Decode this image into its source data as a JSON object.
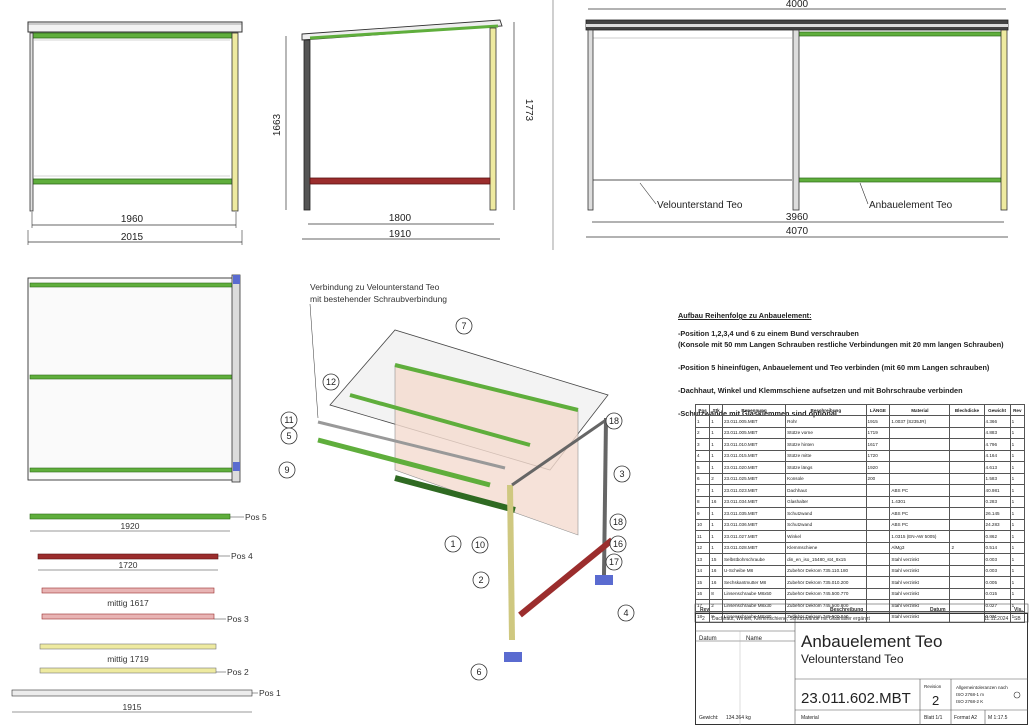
{
  "dims": {
    "front_width_inner": "1960",
    "front_width_outer": "2015",
    "side_height_left": "1663",
    "side_height_right": "1773",
    "side_width_inner": "1800",
    "side_width_outer": "1910",
    "long_top": "4000",
    "long_mid": "3960",
    "long_bottom": "4070"
  },
  "callouts": {
    "velounterstand": "Velounterstand Teo",
    "anbauelement": "Anbauelement Teo",
    "verbindung_1": "Verbindung zu Velounterstand Teo",
    "verbindung_2": "mit bestehender Schraubverbindung"
  },
  "parts": {
    "pos5": "Pos 5",
    "pos5_len": "1920",
    "pos4": "Pos 4",
    "pos4_len": "1720",
    "pos3": "Pos 3",
    "pos3_len": "mittig 1617",
    "pos2": "Pos 2",
    "pos2_len": "mittig 1719",
    "pos1": "Pos 1",
    "pos1_len": "1915"
  },
  "bubbles": [
    "7",
    "12",
    "11",
    "5",
    "9",
    "1",
    "10",
    "2",
    "6",
    "4",
    "17",
    "16",
    "18",
    "3",
    "18"
  ],
  "notes": {
    "heading": "Aufbau Reihenfolge zu Anbauelement:",
    "lines": [
      "-Position 1,2,3,4 und 6 zu einem Bund verschrauben",
      "(Konsole mit 50 mm Langen Schrauben restliche Verbindungen mit 20 mm langen Schrauben)",
      "",
      "-Position 5 hineinfügen, Anbauelement und Teo verbinden  (mit 60 mm Langen schrauben)",
      "",
      "-Dachhaut, Winkel und Klemmschiene aufsetzen und mit Bohrschraube verbinden",
      "",
      "-Schutzwände mit Glasklemmen sind optional"
    ]
  },
  "bom": {
    "headers": [
      "Pos",
      "Stk",
      "Benennung",
      "Beschreibung",
      "LÄNGE",
      "Material",
      "Blechdicke",
      "Gewicht",
      "Rev"
    ],
    "rows": [
      [
        "1",
        "1",
        "23.011.005.MBT",
        "Rohr",
        "1915",
        "1.0037 (S235JR)",
        "",
        "4.366",
        "1"
      ],
      [
        "2",
        "1",
        "23.011.005.MBT",
        "Stütze vorne",
        "1719",
        "",
        "",
        "4.883",
        "1"
      ],
      [
        "3",
        "1",
        "23.011.010.MBT",
        "Stütze hinten",
        "1617",
        "",
        "",
        "4.796",
        "1"
      ],
      [
        "4",
        "1",
        "23.011.015.MBT",
        "Stütze mitte",
        "1720",
        "",
        "",
        "4.164",
        "1"
      ],
      [
        "5",
        "1",
        "23.011.020.MBT",
        "Stütze längs",
        "1920",
        "",
        "",
        "4.613",
        "1"
      ],
      [
        "6",
        "2",
        "23.011.025.MBT",
        "Konsole",
        "200",
        "",
        "",
        "1.583",
        "1"
      ],
      [
        "7",
        "1",
        "23.011.023.MBT",
        "Dachhaut",
        "",
        "ABS PC",
        "",
        "40.981",
        "1"
      ],
      [
        "8",
        "16",
        "23.011.034.MBT",
        "Glashalter",
        "",
        "1.4301",
        "",
        "0.283",
        "1"
      ],
      [
        "9",
        "1",
        "23.011.035.MBT",
        "Schutzwand",
        "",
        "ABS PC",
        "",
        "26.145",
        "1"
      ],
      [
        "10",
        "1",
        "23.011.036.MBT",
        "Schutzwand",
        "",
        "ABS PC",
        "",
        "24.283",
        "1"
      ],
      [
        "11",
        "1",
        "23.011.027.MBT",
        "Winkel",
        "",
        "1.0315 (EN-AW 5005)",
        "",
        "0.862",
        "1"
      ],
      [
        "12",
        "1",
        "23.011.028.MBT",
        "Klemmschiene",
        "",
        "AlMg3",
        "2",
        "0.514",
        "1"
      ],
      [
        "13",
        "15",
        "Selbstbohrschraube",
        "din_en_iso_15480_st4_8x15",
        "",
        "Stahl verzinkt",
        "",
        "0.003",
        "1"
      ],
      [
        "14",
        "16",
        "U-Scheibe M8",
        "Zubehör Dekrom 735.110.180",
        "",
        "Stahl verzinkt",
        "",
        "0.003",
        "1"
      ],
      [
        "15",
        "16",
        "Sechskantmutter M8",
        "Zubehör Dekrom 735.010.200",
        "",
        "Stahl verzinkt",
        "",
        "0.005",
        "1"
      ],
      [
        "16",
        "8",
        "Linsenschraube M8x50",
        "Zubehör Dekrom 745.500.770",
        "",
        "Stahl verzinkt",
        "",
        "0.015",
        "1"
      ],
      [
        "17",
        "2",
        "Linsenschraube M8x30",
        "Zubehör Dekrom 745.500.800",
        "",
        "Stahl verzinkt",
        "",
        "0.027",
        "1"
      ],
      [
        "18",
        "8",
        "Linsenschraube M8x80",
        "Zubehör Dekrom 745.500.840",
        "",
        "Stahl verzinkt",
        "",
        "0.031",
        "1"
      ]
    ]
  },
  "revision": {
    "rev_label": "Rev.",
    "desc_label": "Beschreibung",
    "date_label": "Datum",
    "vis_label": "Vis.",
    "rev": "2",
    "desc": "Dachhaut, Winkel, Klemmschiene, Schutzwände mit Glashalter ergänzt",
    "date": "11.11.2024",
    "vis": "SB"
  },
  "titleblock": {
    "datum": "Datum",
    "name": "Name",
    "title": "Anbauelement Teo",
    "subtitle": "Velounterstand Teo",
    "number": "23.011.602.MBT",
    "revision_label": "Revision",
    "revision": "2",
    "tol1": "Allgemeintoleranzen nach",
    "tol2": "ISO 2768-1 m",
    "tol3": "ISO 2768-2 K",
    "material": "Material",
    "blatt": "Blatt 1/1",
    "format": "Format A2",
    "massstab": "M 1:17.5",
    "gewicht": "Gewicht:",
    "gewicht_val": "134.364 kg"
  }
}
